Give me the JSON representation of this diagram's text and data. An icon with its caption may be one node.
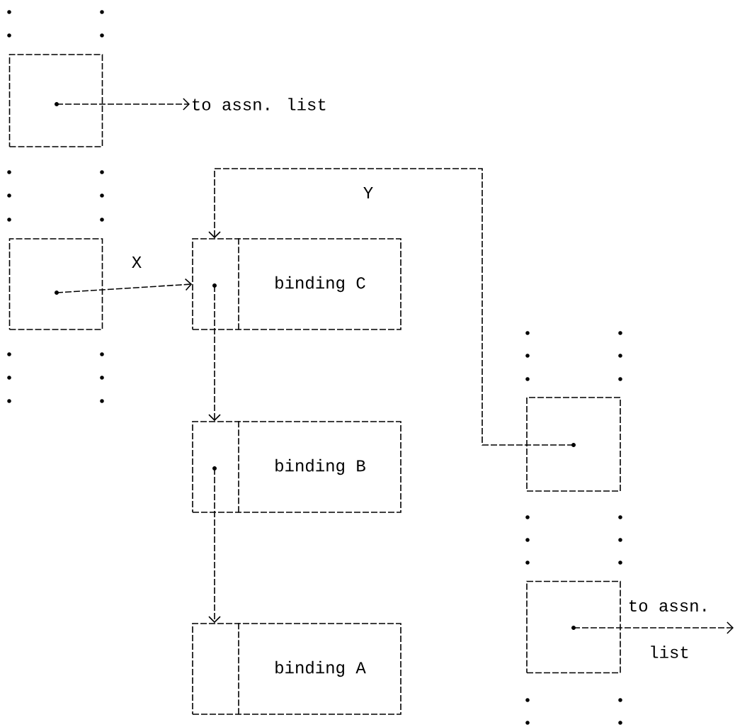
{
  "diagram": {
    "nodes": [
      {
        "text": [],
        "shape": "box"
      },
      {
        "text": [],
        "shape": "box"
      },
      {
        "text": [
          "binding C"
        ]
      },
      {
        "text": [
          "binding B"
        ]
      },
      {
        "text": [
          "binding A"
        ]
      },
      {
        "text": [],
        "shape": "box"
      },
      {
        "text": [],
        "shape": "box"
      },
      {
        "text": [
          "to assn. list"
        ]
      }
    ],
    "edges": [
      {
        "from": 0,
        "to": 7,
        "arrow": "to"
      },
      {
        "from": 1,
        "to": 2,
        "arrow": "to",
        "label": "X"
      },
      {
        "from": 5,
        "to": 2,
        "arrow": "to",
        "label": "Y"
      },
      {
        "from": 2,
        "to": 3,
        "arrow": "to"
      },
      {
        "from": 3,
        "to": 4,
        "arrow": "to"
      },
      {
        "from": 6,
        "to": null,
        "arrow": "to"
      }
    ],
    "labels": [
      "to assn.",
      "list"
    ]
  }
}
